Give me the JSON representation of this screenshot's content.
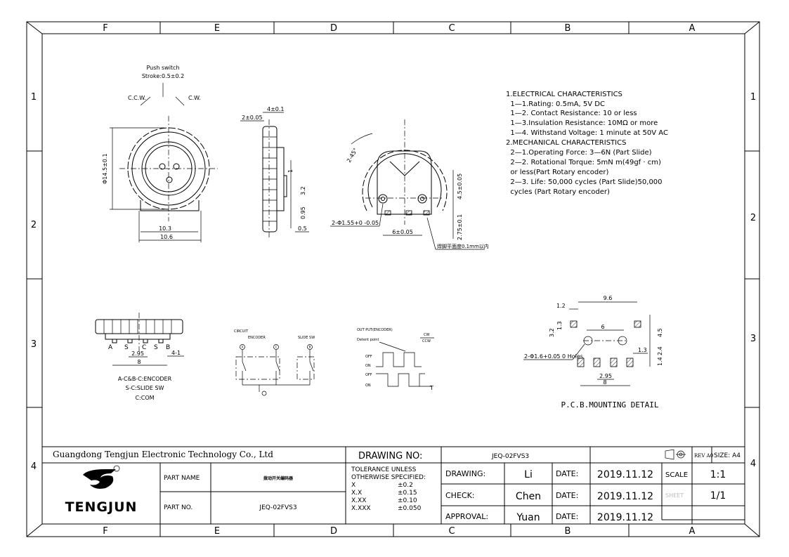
{
  "grid": {
    "columns": [
      "F",
      "E",
      "D",
      "C",
      "B",
      "A"
    ],
    "rows": [
      "1",
      "2",
      "3",
      "4"
    ]
  },
  "front_view": {
    "push_switch": "Push switch",
    "stroke": "Stroke:0.5±0.2",
    "ccw": "C.C.W.",
    "cw": "C.W.",
    "dia": "Φ14.5±0.1",
    "w1": "10.3",
    "w2": "10.6"
  },
  "side_view": {
    "d1": "4±0.1",
    "d2": "2±0.05",
    "d3": "1",
    "d4": "3.2",
    "d5": "0.95",
    "d6": "0.5"
  },
  "rear_view": {
    "angle": "2-45°",
    "h1": "4.5±0.05",
    "h2": "2.75±0.1",
    "holes": "2-Φ1.55+0 -0.05",
    "pitch": "6±0.05",
    "note": "焊脚平面度0.1mm以内"
  },
  "specs": {
    "lines": [
      "1.ELECTRICAL CHARACTERISTICS",
      "  1—1.Rating: 0.5mA, 5V DC",
      "  1—2. Contact Resistance: 10 or less",
      "  1—3.Insulation Resistance: 10MΩ or more",
      "  1—4. Withstand Voltage: 1 minute at 50V AC",
      "2.MECHANICAL CHARACTERISTICS",
      "  2—1.Operating Force: 3—6N (Part Slide)",
      "  2—2. Rotational Torque: 5mN m(49gf · cm)",
      "  or less(Part Rotary encoder)",
      "  2—3. Life: 50,000 cycles (Part Slide)50,000",
      "  cycles (Part Rotary encoder)"
    ]
  },
  "bottom_view": {
    "pins": [
      "A",
      "S",
      "C",
      "S",
      "B"
    ],
    "d1": "2.95",
    "d2": "8",
    "d3": "4-1",
    "legend": [
      "A-C&B-C:ENCODER",
      "S-C:SLIDE SW",
      "C:COM"
    ]
  },
  "circuit": {
    "title": "CIRCUIT",
    "encoder": "ENCODER",
    "slide": "SLIDE SW",
    "pins": [
      "A",
      "C",
      "B"
    ]
  },
  "output": {
    "title": "OUT PUT(ENCODER)",
    "detent": "Detent point",
    "cw": "CW",
    "ccw": "CCW",
    "states": [
      "OFF",
      "ON",
      "OFF",
      "ON"
    ],
    "t": "T"
  },
  "pcb": {
    "d96": "9.6",
    "d12": "1.2",
    "d32": "3.2",
    "d13a": "1.3",
    "d6": "6",
    "d45": "4.5",
    "d24": "2.4",
    "d14": "1.4",
    "d13b": "1.3",
    "holes": "2-Φ1.6+0.05 0 Holes",
    "d295": "2.95",
    "d8": "8",
    "title": "P.C.B.MOUNTING DETAIL"
  },
  "title_block": {
    "company": "Guangdong Tengjun Electronic Technology Co., Ltd",
    "drawing_no_label": "DRAWING NO:",
    "drawing_no": "JEQ-02FVS3",
    "logo_text": "TENGJUN",
    "part_name_label": "PART NAME",
    "part_name": "拨动开关编码器",
    "part_no_label": "PART NO.",
    "part_no": "JEQ-02FVS3",
    "tolerance_title1": "TOLERANCE UNLESS",
    "tolerance_title2": "OTHERWISE SPECIFIED:",
    "tolerances": [
      {
        "k": "X",
        "v": "±0.2"
      },
      {
        "k": "X.X",
        "v": "±0.15"
      },
      {
        "k": "X.XX",
        "v": "±0.10"
      },
      {
        "k": "X.XXX",
        "v": "±0.050"
      }
    ],
    "rows": [
      {
        "label": "DRAWING:",
        "name": "Li",
        "date_label": "DATE:",
        "date": "2019.11.12"
      },
      {
        "label": "CHECK:",
        "name": "Chen",
        "date_label": "DATE:",
        "date": "2019.11.12"
      },
      {
        "label": "APPROVAL:",
        "name": "Yuan",
        "date_label": "DATE:",
        "date": "2019.11.12"
      }
    ],
    "rev": "REV A0",
    "size": "SIZE: A4",
    "scale_label": "SCALE",
    "scale": "1:1",
    "sheet_label": "SHEET",
    "sheet": "1/1"
  }
}
